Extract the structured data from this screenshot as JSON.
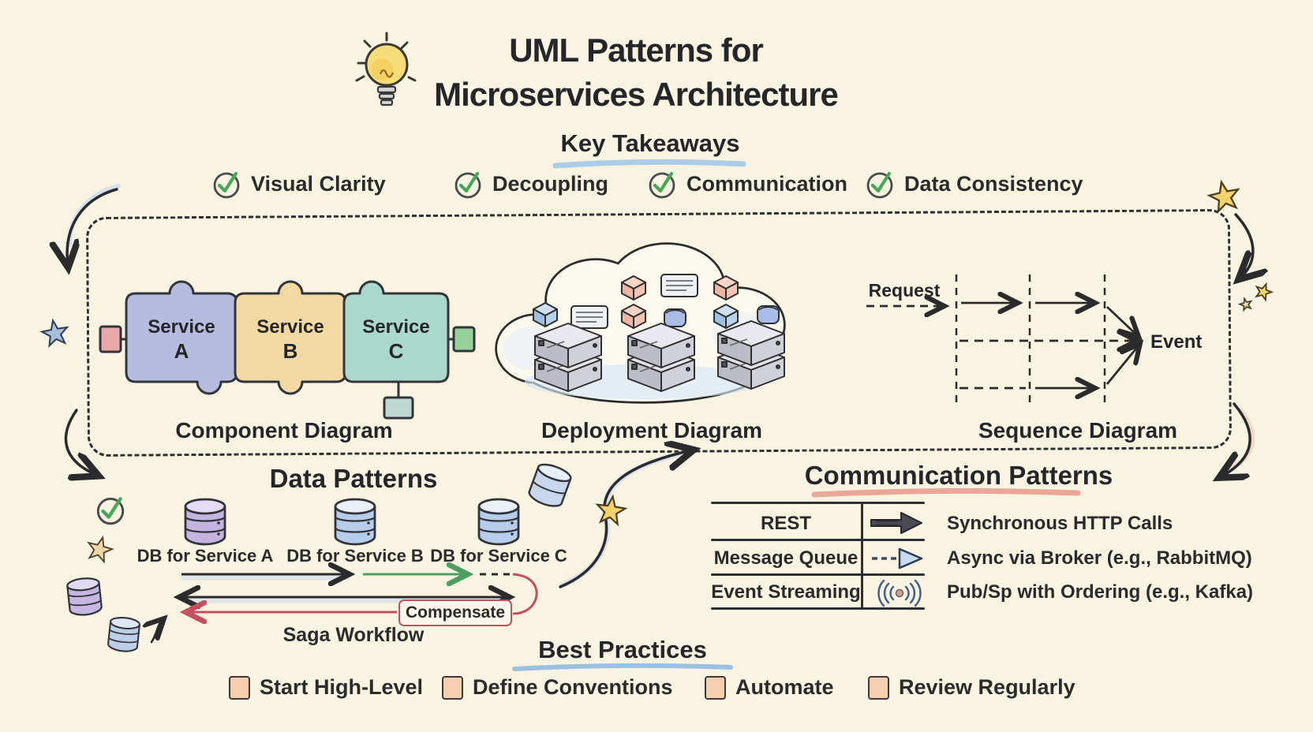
{
  "header": {
    "title_line1": "UML Patterns for",
    "title_line2": "Microservices Architecture"
  },
  "key_takeaways": {
    "heading": "Key Takeaways",
    "items": [
      "Visual Clarity",
      "Decoupling",
      "Communication",
      "Data Consistency"
    ]
  },
  "overview_diagrams": {
    "component": {
      "label": "Component Diagram",
      "pieces": [
        {
          "word": "Service",
          "letter": "A"
        },
        {
          "word": "Service",
          "letter": "B"
        },
        {
          "word": "Service",
          "letter": "C"
        }
      ]
    },
    "deployment": {
      "label": "Deployment Diagram"
    },
    "sequence": {
      "label": "Sequence Diagram",
      "request_label": "Request",
      "event_label": "Event"
    }
  },
  "data_patterns": {
    "heading": "Data Patterns",
    "db_labels": [
      "DB for Service A",
      "DB for Service B",
      "DB for Service C"
    ],
    "compensate_label": "Compensate",
    "workflow_label": "Saga Workflow"
  },
  "communication_patterns": {
    "heading": "Communication Patterns",
    "rows": [
      {
        "label": "REST",
        "icon": "bold-solid-arrow",
        "description": "Synchronous HTTP Calls"
      },
      {
        "label": "Message Queue",
        "icon": "dashed-arrow",
        "description": "Async via Broker (e.g., RabbitMQ)"
      },
      {
        "label": "Event Streaming",
        "icon": "radio-signal",
        "description": "Pub/Sp with Ordering (e.g., Kafka)"
      }
    ]
  },
  "best_practices": {
    "heading": "Best Practices",
    "items": [
      "Start High-Level",
      "Define Conventions",
      "Automate",
      "Review Regularly"
    ]
  },
  "colors": {
    "background": "#f9f4e2",
    "ink": "#2b2b2b",
    "check_green": "#46a758",
    "underline_blue": "#9fc4e8",
    "underline_red": "#e7928a",
    "puzzle_a": "#b6bcdd",
    "puzzle_b": "#f2d9a2",
    "puzzle_c": "#abd8cd",
    "saga_green": "#4e9e63",
    "saga_red": "#c44f5e",
    "bullet_peach": "#f6cfae"
  }
}
